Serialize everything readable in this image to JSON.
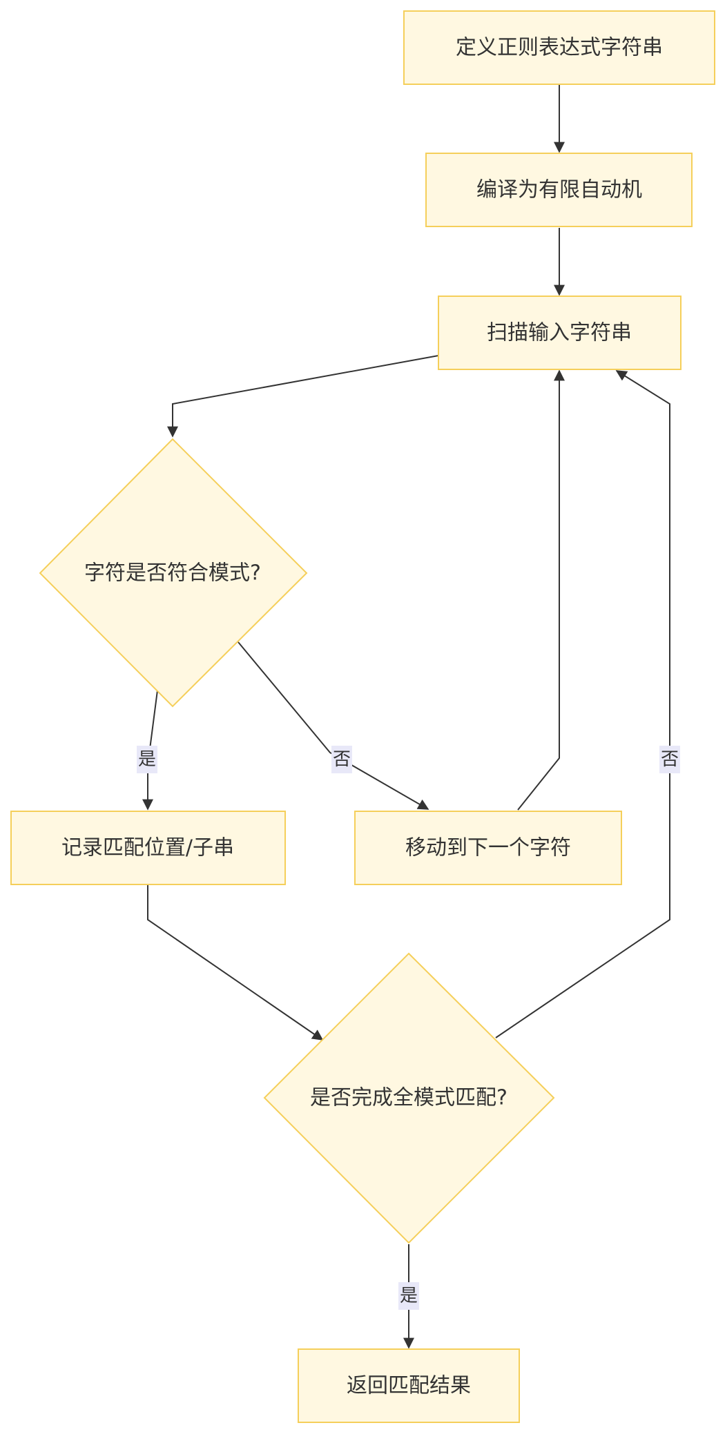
{
  "nodes": {
    "define_regex": "定义正则表达式字符串",
    "compile_fa": "编译为有限自动机",
    "scan_input": "扫描输入字符串",
    "char_match": "字符是否符合模式?",
    "record_match": "记录匹配位置/子串",
    "move_next": "移动到下一个字符",
    "full_match": "是否完成全模式匹配?",
    "return_result": "返回匹配结果"
  },
  "edge_labels": {
    "char_yes": "是",
    "char_no": "否",
    "full_no": "否",
    "full_yes": "是"
  },
  "colors": {
    "node_fill": "#fff8e1",
    "node_stroke": "#f5cf5a",
    "edge": "#333333",
    "label_bg": "#e8e8f8",
    "text": "#333333"
  }
}
